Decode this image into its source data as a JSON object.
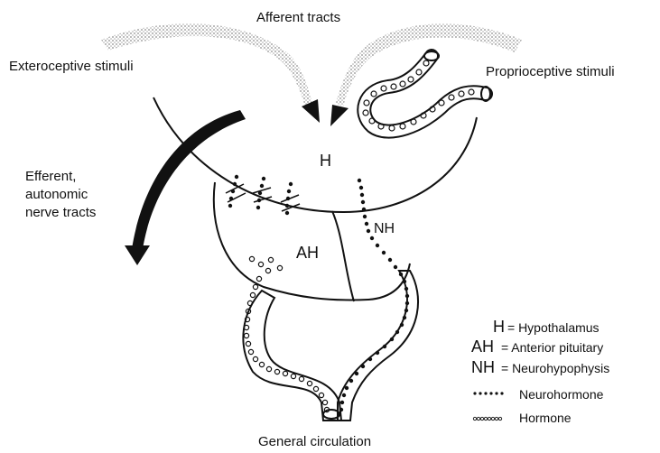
{
  "labels": {
    "afferent_tracts": "Afferent tracts",
    "exteroceptive_stimuli": "Exteroceptive stimuli",
    "proprioceptive_stimuli": "Proprioceptive stimuli",
    "efferent_line1": "Efferent,",
    "efferent_line2": "autonomic",
    "efferent_line3": "nerve tracts",
    "h": "H",
    "ah": "AH",
    "nh": "NH",
    "general_circulation": "General circulation"
  },
  "legend": [
    {
      "abbr": "H",
      "text": "= Hypothalamus",
      "symbol": "text"
    },
    {
      "abbr": "AH",
      "text": "= Anterior pituitary",
      "symbol": "text"
    },
    {
      "abbr": "NH",
      "text": "= Neurohypophysis",
      "symbol": "text"
    },
    {
      "abbr": "",
      "text": "Neurohormone",
      "symbol": "dots"
    },
    {
      "abbr": "",
      "text": "Hormone",
      "symbol": "circles"
    }
  ],
  "colors": {
    "ink": "#111111",
    "stipple": "#9a9a9a"
  }
}
